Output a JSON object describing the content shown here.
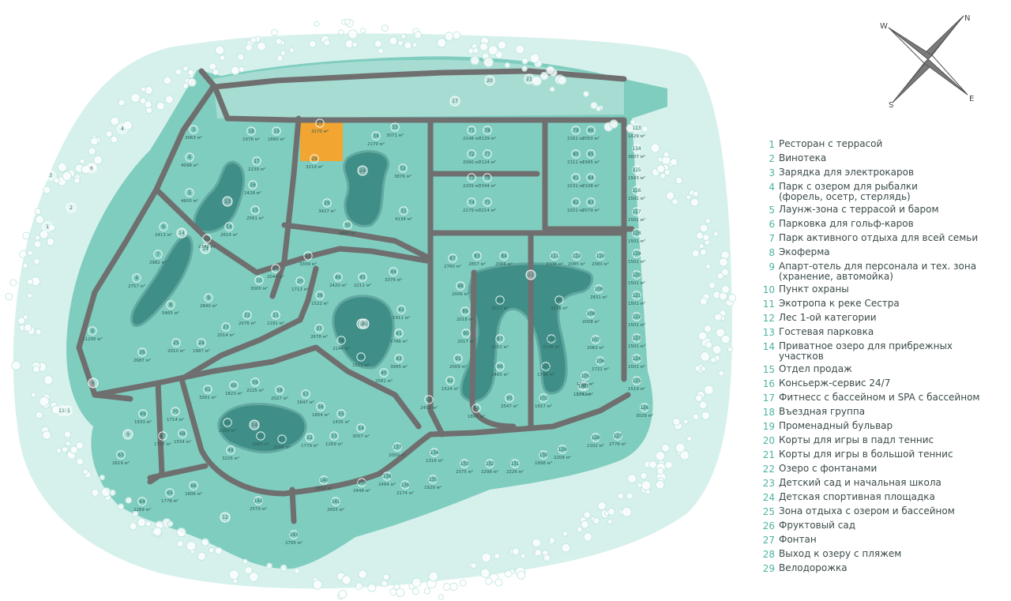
{
  "compass": {
    "n": "N",
    "e": "E",
    "s": "S",
    "w": "W"
  },
  "legend": [
    {
      "num": "1",
      "text": "Ресторан с террасой"
    },
    {
      "num": "2",
      "text": "Винотека"
    },
    {
      "num": "3",
      "text": "Зарядка для электрокаров"
    },
    {
      "num": "4",
      "text": "Парк с озером для рыбалки\n(форель, осетр, стерлядь)"
    },
    {
      "num": "5",
      "text": "Лаунж-зона с террасой и баром"
    },
    {
      "num": "6",
      "text": "Парковка для гольф-каров"
    },
    {
      "num": "7",
      "text": "Парк активного отдыха для всей семьи"
    },
    {
      "num": "8",
      "text": "Экоферма"
    },
    {
      "num": "9",
      "text": "Апарт-отель для персонала и тех. зона\n(хранение, автомойка)"
    },
    {
      "num": "10",
      "text": "Пункт охраны"
    },
    {
      "num": "11",
      "text": "Экотропа к реке Сестра"
    },
    {
      "num": "12",
      "text": "Лес 1-ой категории"
    },
    {
      "num": "13",
      "text": "Гостевая парковка"
    },
    {
      "num": "14",
      "text": "Приватное озеро для прибрежных\nучастков"
    },
    {
      "num": "15",
      "text": "Отдел продаж"
    },
    {
      "num": "16",
      "text": "Консьерж-сервис 24/7"
    },
    {
      "num": "17",
      "text": "Фитнесс с бассейном и SPA с бассейном"
    },
    {
      "num": "18",
      "text": "Въездная группа"
    },
    {
      "num": "19",
      "text": "Променадный бульвар"
    },
    {
      "num": "20",
      "text": "Корты для игры в падл теннис"
    },
    {
      "num": "21",
      "text": "Корты для игры в большой теннис"
    },
    {
      "num": "22",
      "text": "Озеро с фонтанами"
    },
    {
      "num": "23",
      "text": "Детский сад и начальная школа"
    },
    {
      "num": "24",
      "text": "Детская спортивная площадка"
    },
    {
      "num": "25",
      "text": "Зона отдыха с озером и бассейном"
    },
    {
      "num": "26",
      "text": "Фруктовый сад"
    },
    {
      "num": "27",
      "text": "Фонтан"
    },
    {
      "num": "28",
      "text": "Выход к озеру с пляжем"
    },
    {
      "num": "29",
      "text": "Велодорожка"
    }
  ],
  "plots": [
    {
      "n": "3",
      "a": "3963 м²"
    },
    {
      "n": "18",
      "a": "1978 м²"
    },
    {
      "n": "19",
      "a": "1660 м²"
    },
    {
      "n": "27",
      "a": "3170 м²"
    },
    {
      "n": "33",
      "a": "3071 м²"
    },
    {
      "n": "34",
      "a": "2179 м²"
    },
    {
      "n": "4",
      "a": "4098 м²"
    },
    {
      "n": "17",
      "a": "2239 м²"
    },
    {
      "n": "28",
      "a": "3219 м²"
    },
    {
      "n": "32",
      "a": "3876 м²"
    },
    {
      "n": "16",
      "a": "2428 м²"
    },
    {
      "n": "5",
      "a": "4600 м²"
    },
    {
      "n": "29",
      "a": "3427 м²"
    },
    {
      "n": "31",
      "a": "4134 м²"
    },
    {
      "n": "15",
      "a": "2561 м²"
    },
    {
      "n": "6",
      "a": "2413 м²"
    },
    {
      "n": "14",
      "a": "2614 м²"
    },
    {
      "n": "30",
      "a": "2680 м²"
    },
    {
      "n": "7",
      "a": "2982 м²"
    },
    {
      "n": "13",
      "a": "2740 м²"
    },
    {
      "n": "12",
      "a": "3309 м²"
    },
    {
      "n": "11",
      "a": "2044 м²"
    },
    {
      "n": "10",
      "a": "3000 м²"
    },
    {
      "n": "46",
      "a": "2420 м²"
    },
    {
      "n": "45",
      "a": "2211 м²"
    },
    {
      "n": "44",
      "a": "3376 м²"
    },
    {
      "n": "9",
      "a": "2840 м²"
    },
    {
      "n": "8",
      "a": "5465 м²"
    },
    {
      "n": "4",
      "a": "2757 м²"
    },
    {
      "n": "22",
      "a": "2076 м²"
    },
    {
      "n": "21",
      "a": "2191 м²"
    },
    {
      "n": "20",
      "a": "1713 м²"
    },
    {
      "n": "36",
      "a": "1522 м²"
    },
    {
      "n": "23",
      "a": "2014 м²"
    },
    {
      "n": "24",
      "a": "1987 м²"
    },
    {
      "n": "25",
      "a": "2010 м²"
    },
    {
      "n": "37",
      "a": "2678 м²"
    },
    {
      "n": "38",
      "a": "2144 м²"
    },
    {
      "n": "26",
      "a": "2687 м²"
    },
    {
      "n": "39",
      "a": "1821 м²"
    },
    {
      "n": "42",
      "a": "1911 м²"
    },
    {
      "n": "43",
      "a": "3995 м²"
    },
    {
      "n": "41",
      "a": "1786 м²"
    },
    {
      "n": "40",
      "a": "2581 м²"
    },
    {
      "n": "61",
      "a": "3391 м²"
    },
    {
      "n": "60",
      "a": "1823 м²"
    },
    {
      "n": "59",
      "a": "2225 м²"
    },
    {
      "n": "58",
      "a": "2027 м²"
    },
    {
      "n": "57",
      "a": "1647 м²"
    },
    {
      "n": "56",
      "a": "1854 м²"
    },
    {
      "n": "55",
      "a": "1435 м²"
    },
    {
      "n": "54",
      "a": "3057 м²"
    },
    {
      "n": "69",
      "a": "1933 м²"
    },
    {
      "n": "70",
      "a": "1714 м²"
    },
    {
      "n": "67",
      "a": "1757 м²"
    },
    {
      "n": "68",
      "a": "1554 м²"
    },
    {
      "n": "62",
      "a": "2250 м²"
    },
    {
      "n": "49",
      "a": "3226 м²"
    },
    {
      "n": "50",
      "a": "1660 м²"
    },
    {
      "n": "51",
      "a": "2008 м²"
    },
    {
      "n": "52",
      "a": "1779 м²"
    },
    {
      "n": "53",
      "a": "1269 м²"
    },
    {
      "n": "63",
      "a": "2619 м²"
    },
    {
      "n": "64",
      "a": "2269 м²"
    },
    {
      "n": "65",
      "a": "1778 м²"
    },
    {
      "n": "66",
      "a": "1806 м²"
    },
    {
      "n": "140",
      "a": "2652 м²"
    },
    {
      "n": "139",
      "a": "2448 м²"
    },
    {
      "n": "141",
      "a": "2655 м²"
    },
    {
      "n": "142",
      "a": "2579 м²"
    },
    {
      "n": "143",
      "a": "2795 м²"
    },
    {
      "n": "138",
      "a": "2494 м²"
    },
    {
      "n": "137",
      "a": "2050 м²"
    },
    {
      "n": "136",
      "a": "2174 м²"
    },
    {
      "n": "135",
      "a": "1929 м²"
    },
    {
      "n": "134",
      "a": "1316 м²"
    },
    {
      "n": "133",
      "a": "2375 м²"
    },
    {
      "n": "132",
      "a": "2298 м²"
    },
    {
      "n": "131",
      "a": "2226 м²"
    },
    {
      "n": "130",
      "a": "1998 м²"
    },
    {
      "n": "129",
      "a": "2208 м²"
    },
    {
      "n": "128",
      "a": "2102 м²"
    },
    {
      "n": "127",
      "a": "2776 м²"
    },
    {
      "n": "126",
      "a": "3029 м²"
    },
    {
      "n": "71",
      "a": "2148 м²"
    },
    {
      "n": "78",
      "a": "2139 м²"
    },
    {
      "n": "72",
      "a": "2090 м²"
    },
    {
      "n": "77",
      "a": "2124 м²"
    },
    {
      "n": "73",
      "a": "2209 м²"
    },
    {
      "n": "76",
      "a": "2344 м²"
    },
    {
      "n": "74",
      "a": "2179 м²"
    },
    {
      "n": "75",
      "a": "2214 м²"
    },
    {
      "n": "79",
      "a": "2161 м²"
    },
    {
      "n": "86",
      "a": "2050 м²"
    },
    {
      "n": "80",
      "a": "2111 м²"
    },
    {
      "n": "85",
      "a": "1995 м²"
    },
    {
      "n": "81",
      "a": "2231 м²"
    },
    {
      "n": "84",
      "a": "2108 м²"
    },
    {
      "n": "82",
      "a": "2201 м²"
    },
    {
      "n": "83",
      "a": "2079 м²"
    },
    {
      "n": "113",
      "a": "1429 м²"
    },
    {
      "n": "114",
      "a": "3607 м²"
    },
    {
      "n": "115",
      "a": "1543 м²"
    },
    {
      "n": "116",
      "a": "1501 м²"
    },
    {
      "n": "117",
      "a": "1501 м²"
    },
    {
      "n": "118",
      "a": "1501 м²"
    },
    {
      "n": "119",
      "a": "1501 м²"
    },
    {
      "n": "120",
      "a": "1501 м²"
    },
    {
      "n": "121",
      "a": "1501 м²"
    },
    {
      "n": "122",
      "a": "1501 м²"
    },
    {
      "n": "123",
      "a": "1501 м²"
    },
    {
      "n": "124",
      "a": "1501 м²"
    },
    {
      "n": "125",
      "a": "1519 м²"
    },
    {
      "n": "87",
      "a": "2760 м²"
    },
    {
      "n": "83",
      "a": "2857 м²"
    },
    {
      "n": "84",
      "a": "2066 м²"
    },
    {
      "n": "111",
      "a": "2108 м²"
    },
    {
      "n": "112",
      "a": "2085 м²"
    },
    {
      "n": "110",
      "a": "2383 м²"
    },
    {
      "n": "88",
      "a": "2006 м²"
    },
    {
      "n": "89",
      "a": "2018 м²"
    },
    {
      "n": "98",
      "a": "3217 м²"
    },
    {
      "n": "99",
      "a": "3235 м²"
    },
    {
      "n": "109",
      "a": "2831 м²"
    },
    {
      "n": "108",
      "a": "2008 м²"
    },
    {
      "n": "90",
      "a": "2017 м²"
    },
    {
      "n": "97",
      "a": "2152 м²"
    },
    {
      "n": "100",
      "a": "2136 м²"
    },
    {
      "n": "107",
      "a": "2063 м²"
    },
    {
      "n": "106",
      "a": "1722 м²"
    },
    {
      "n": "91",
      "a": "2009 м²"
    },
    {
      "n": "96",
      "a": "2465 м²"
    },
    {
      "n": "101",
      "a": "1796 м²"
    },
    {
      "n": "104",
      "a": "1374 м²"
    },
    {
      "n": "105",
      "a": "1796 м²"
    },
    {
      "n": "92",
      "a": "1524 м²"
    },
    {
      "n": "93",
      "a": "2452 м²"
    },
    {
      "n": "94",
      "a": "1891 м²"
    },
    {
      "n": "95",
      "a": "2547 м²"
    },
    {
      "n": "102",
      "a": "1657 м²"
    },
    {
      "n": "103",
      "a": "1372 м²"
    },
    {
      "n": "9",
      "a": "11200 м²"
    }
  ],
  "features": [
    {
      "n": "24"
    },
    {
      "n": "13"
    },
    {
      "n": "20"
    },
    {
      "n": "21"
    },
    {
      "n": "17"
    },
    {
      "n": "22"
    },
    {
      "n": "14"
    },
    {
      "n": "14"
    },
    {
      "n": "14"
    },
    {
      "n": "14"
    },
    {
      "n": "25"
    },
    {
      "n": "8"
    },
    {
      "n": "9"
    },
    {
      "n": "11"
    },
    {
      "n": "12"
    },
    {
      "n": "6"
    },
    {
      "n": "4"
    },
    {
      "n": "2"
    },
    {
      "n": "1"
    },
    {
      "n": "3"
    },
    {
      "n": "11"
    }
  ],
  "colors": {
    "background": "#ffffff",
    "halo": "#cdeee8",
    "plot": "#7fcdbf",
    "plot_line": "#a8ddd3",
    "road": "#6f6f6f",
    "lake": "#3f8f88",
    "lake_light": "#62a9a1",
    "highlight": "#f2a531",
    "tree": "#bfe6df",
    "legend_num": "#4cb3a2",
    "legend_text": "#3c4a4a"
  }
}
